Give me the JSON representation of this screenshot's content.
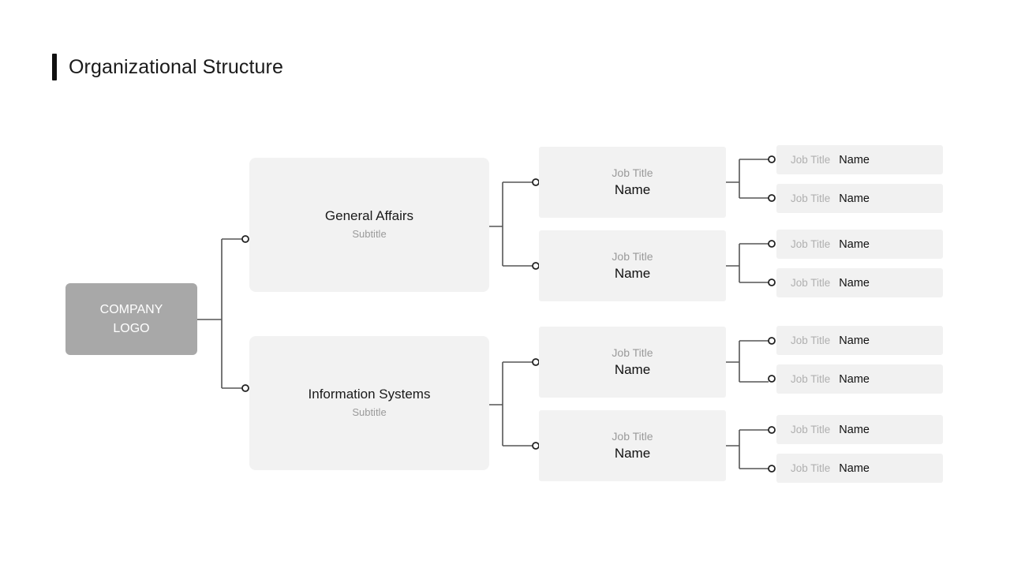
{
  "page": {
    "title": "Organizational Structure",
    "accent_color": "#111111",
    "background_color": "#ffffff"
  },
  "colors": {
    "root_node_bg": "#a8a8a8",
    "root_node_text": "#ffffff",
    "dept_node_bg": "#f2f2f2",
    "mgr_node_bg": "#f2f2f2",
    "staff_node_bg": "#f1f1f1",
    "muted_text": "#9a9a9a",
    "primary_text": "#111111",
    "connector_line": "#555555"
  },
  "chart_data": {
    "type": "diagram",
    "title": "Organizational Structure",
    "root": {
      "label_line1": "COMPANY",
      "label_line2": "LOGO"
    },
    "departments": [
      {
        "title": "General Affairs",
        "subtitle": "Subtitle",
        "managers": [
          {
            "job_title": "Job Title",
            "name": "Name",
            "staff": [
              {
                "job_title": "Job Title",
                "name": "Name"
              },
              {
                "job_title": "Job Title",
                "name": "Name"
              }
            ]
          },
          {
            "job_title": "Job Title",
            "name": "Name",
            "staff": [
              {
                "job_title": "Job Title",
                "name": "Name"
              },
              {
                "job_title": "Job Title",
                "name": "Name"
              }
            ]
          }
        ]
      },
      {
        "title": "Information Systems",
        "subtitle": "Subtitle",
        "managers": [
          {
            "job_title": "Job Title",
            "name": "Name",
            "staff": [
              {
                "job_title": "Job Title",
                "name": "Name"
              },
              {
                "job_title": "Job Title",
                "name": "Name"
              }
            ]
          },
          {
            "job_title": "Job Title",
            "name": "Name",
            "staff": [
              {
                "job_title": "Job Title",
                "name": "Name"
              },
              {
                "job_title": "Job Title",
                "name": "Name"
              }
            ]
          }
        ]
      }
    ]
  }
}
